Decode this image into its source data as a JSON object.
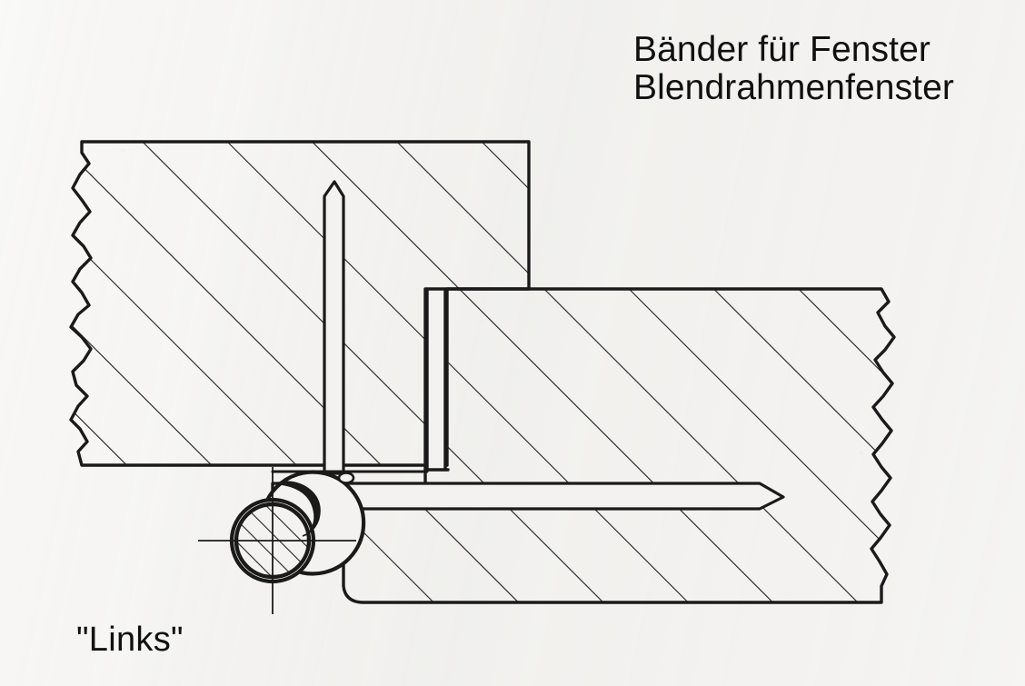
{
  "document": {
    "kind": "technical-section-drawing",
    "background_color": "#f3f2f0",
    "ink_color": "#1a1a1a"
  },
  "title_block": {
    "line1": "Bänder für Fenster",
    "line2": "Blendrahmenfenster"
  },
  "annotations": {
    "hand_label": "\"Links\""
  },
  "drawing": {
    "parts": [
      {
        "name": "blendrahmen-frame-section",
        "label": "",
        "hatch_angle_deg": 45
      },
      {
        "name": "fluegelrahmen-sash-section",
        "label": "",
        "hatch_angle_deg": 45
      },
      {
        "name": "hinge-knuckle-pin",
        "label": "",
        "hatch_angle_deg": 45
      },
      {
        "name": "hinge-leaf-vertical",
        "label": ""
      },
      {
        "name": "hinge-leaf-horizontal",
        "label": ""
      }
    ]
  }
}
